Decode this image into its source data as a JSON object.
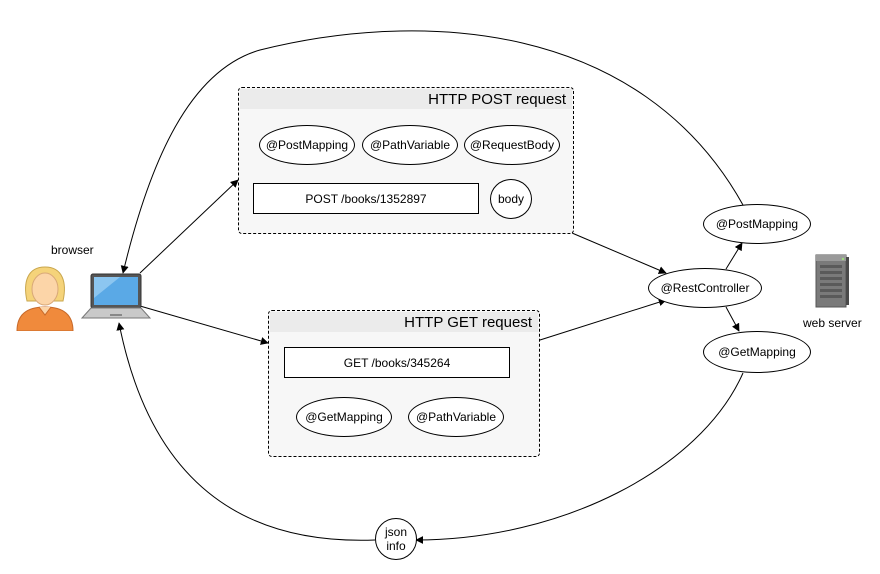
{
  "actors": {
    "browser_label": "browser",
    "server_label": "web server"
  },
  "post_request": {
    "title": "HTTP POST request",
    "annotations": [
      "@PostMapping",
      "@PathVariable",
      "@RequestBody"
    ],
    "url": "POST /books/1352897",
    "body": "body"
  },
  "get_request": {
    "title": "HTTP GET request",
    "url": "GET /books/345264",
    "annotations": [
      "@GetMapping",
      "@PathVariable"
    ]
  },
  "server": {
    "controller": "@RestController",
    "post_mapping": "@PostMapping",
    "get_mapping": "@GetMapping"
  },
  "response": {
    "line1": "json",
    "line2": "info"
  },
  "colors": {
    "group_fill": "#f7f7f7",
    "group_header": "#ebebeb",
    "user_skin": "#fcd5a8",
    "user_hair": "#f5d37a",
    "user_shirt": "#f08a3c",
    "laptop_screen": "#5aa9e6",
    "server_body": "#7a7a7a"
  }
}
